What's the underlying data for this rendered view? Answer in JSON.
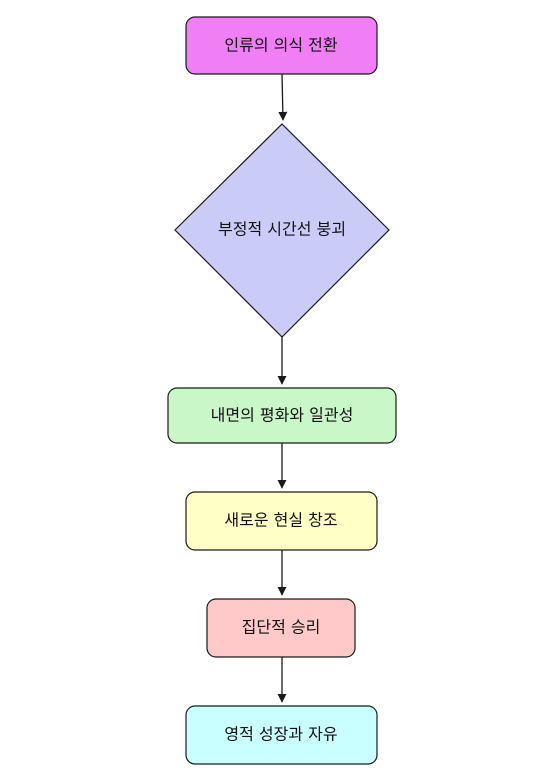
{
  "diagram": {
    "type": "flowchart",
    "direction": "top-to-bottom",
    "nodes": [
      {
        "id": "n1",
        "label": "인류의 의식 전환",
        "shape": "rounded-rect",
        "fill": "#f07ef5"
      },
      {
        "id": "n2",
        "label": "부정적 시간선 붕괴",
        "shape": "diamond",
        "fill": "#cbcbf7"
      },
      {
        "id": "n3",
        "label": "내면의 평화와 일관성",
        "shape": "rounded-rect",
        "fill": "#c9f7c7"
      },
      {
        "id": "n4",
        "label": "새로운 현실 창조",
        "shape": "rounded-rect",
        "fill": "#ffffc6"
      },
      {
        "id": "n5",
        "label": "집단적 승리",
        "shape": "rounded-rect",
        "fill": "#ffc9c9"
      },
      {
        "id": "n6",
        "label": "영적 성장과 자유",
        "shape": "rounded-rect",
        "fill": "#c9ffff"
      }
    ],
    "edges": [
      {
        "from": "n1",
        "to": "n2"
      },
      {
        "from": "n2",
        "to": "n3"
      },
      {
        "from": "n3",
        "to": "n4"
      },
      {
        "from": "n4",
        "to": "n5"
      },
      {
        "from": "n5",
        "to": "n6"
      }
    ],
    "colors": {
      "stroke": "#1a1a1a",
      "text": "#111111",
      "background": "#ffffff"
    }
  }
}
